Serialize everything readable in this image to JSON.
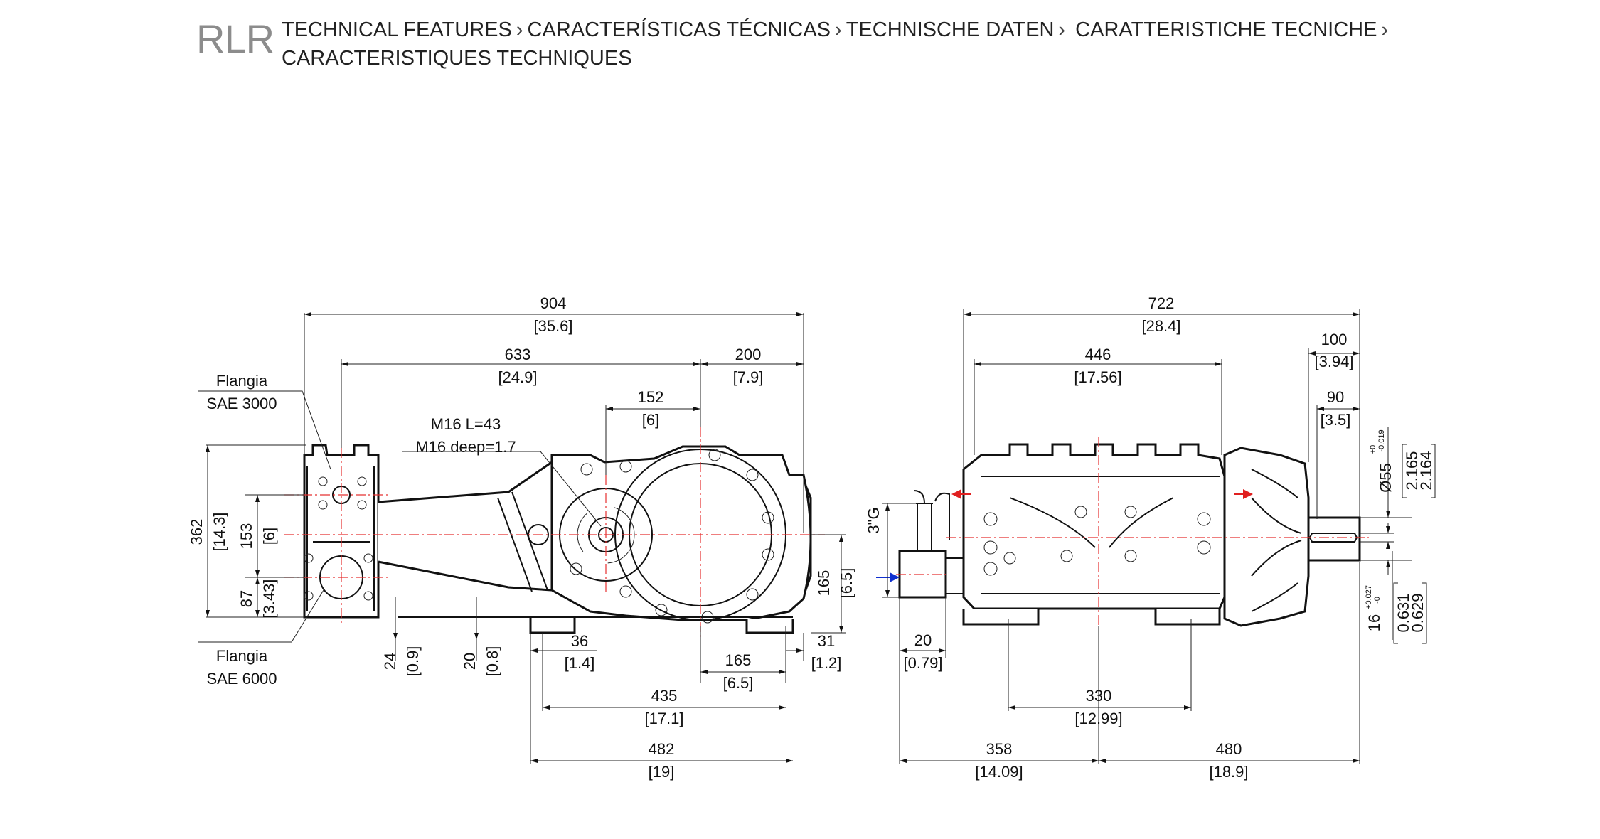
{
  "header": {
    "model_code": "RLR",
    "titles": [
      "TECHNICAL FEATURES",
      "CARACTERÍSTICAS TÉCNICAS",
      "TECHNISCHE DATEN",
      "CARATTERISTICHE TECNICHE",
      "CARACTERISTIQUES TECHNIQUES"
    ],
    "separator": "›"
  },
  "side_view": {
    "labels": {
      "flange_top_1": "Flangia",
      "flange_top_2": "SAE 3000",
      "flange_bottom_1": "Flangia",
      "flange_bottom_2": "SAE 6000",
      "thread_1": "M16 L=43",
      "thread_2": "M16 deep=1.7"
    },
    "dims": {
      "overall_len": "904",
      "overall_len_in": "[35.6]",
      "len_633": "633",
      "len_633_in": "[24.9]",
      "len_200": "200",
      "len_200_in": "[7.9]",
      "len_152": "152",
      "len_152_in": "[6]",
      "h_362": "362",
      "h_362_in": "[14.3]",
      "h_153": "153",
      "h_153_in": "[6]",
      "h_87": "87",
      "h_87_in": "[3.43]",
      "h_165": "165",
      "h_165_in": "[6.5]",
      "h_24": "24",
      "h_24_in": "[0.9]",
      "h_20": "20",
      "h_20_in": "[0.8]",
      "len_36": "36",
      "len_36_in": "[1.4]",
      "len_165": "165",
      "len_165_in": "[6.5]",
      "len_31": "31",
      "len_31_in": "[1.2]",
      "len_435": "435",
      "len_435_in": "[17.1]",
      "len_482": "482",
      "len_482_in": "[19]"
    }
  },
  "front_view": {
    "labels": {
      "inlet": "3\"G"
    },
    "dims": {
      "overall_len": "722",
      "overall_len_in": "[28.4]",
      "len_446": "446",
      "len_446_in": "[17.56]",
      "len_100": "100",
      "len_100_in": "[3.94]",
      "len_90": "90",
      "len_90_in": "[3.5]",
      "shaft_dia": "Ø55",
      "shaft_tol_up": "+0",
      "shaft_tol_low": "-0.019",
      "shaft_in_1": "2.165",
      "shaft_in_2": "2.164",
      "key": "16",
      "key_tol_up": "+0.027",
      "key_tol_low": "-0",
      "key_in_1": "0.631",
      "key_in_2": "0.629",
      "len_20": "20",
      "len_20_in": "[0.79]",
      "len_330": "330",
      "len_330_in": "[12.99]",
      "len_358": "358",
      "len_358_in": "[14.09]",
      "len_480": "480",
      "len_480_in": "[18.9]"
    },
    "colors": {
      "outlet_arrow": "#e02020",
      "inlet_arrow": "#1030d0"
    }
  }
}
